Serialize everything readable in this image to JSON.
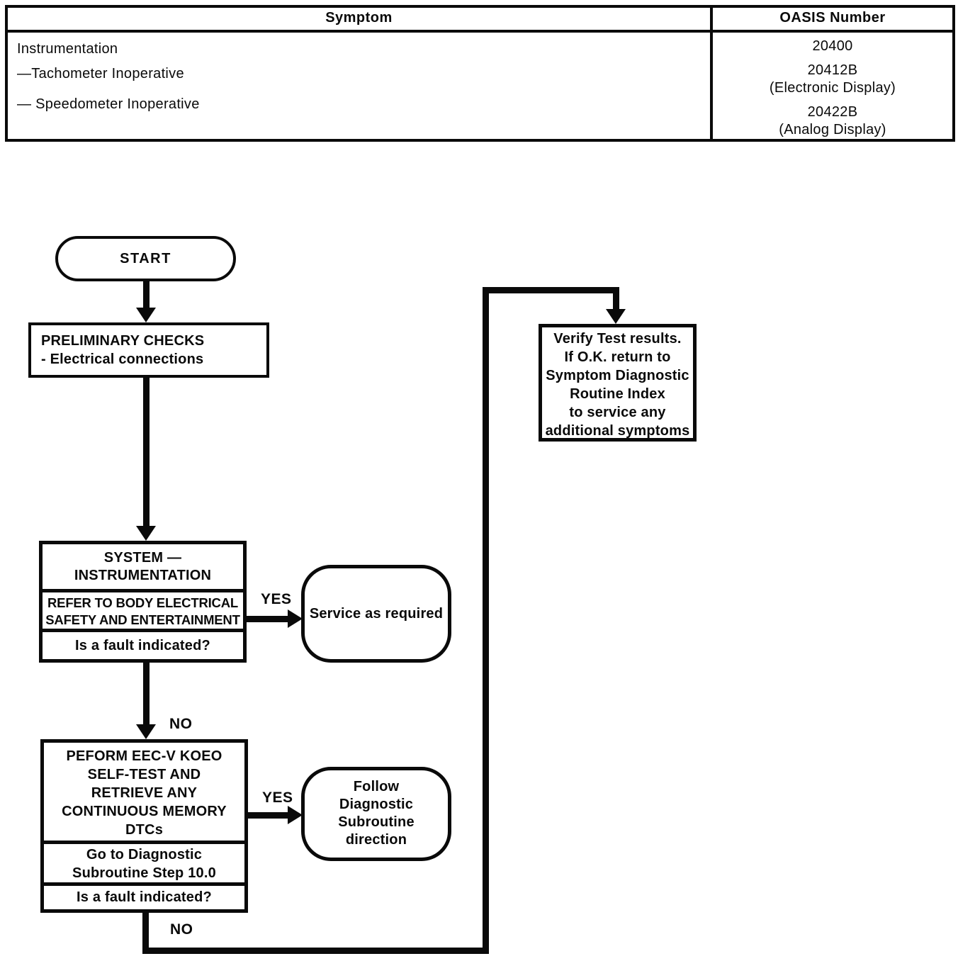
{
  "table": {
    "header": {
      "symptom": "Symptom",
      "oasis": "OASIS Number"
    },
    "symptom_lines": [
      "Instrumentation",
      "—Tachometer Inoperative",
      "— Speedometer Inoperative"
    ],
    "oasis_entries": [
      {
        "number": "20400"
      },
      {
        "number": "20412B",
        "note": "(Electronic Display)"
      },
      {
        "number": "20422B",
        "note": "(Analog Display)"
      }
    ]
  },
  "flowchart": {
    "start_label": "START",
    "preliminary_lines": [
      "PRELIMINARY CHECKS",
      "- Electrical connections"
    ],
    "system_box": {
      "title_lines": [
        "SYSTEM —",
        "INSTRUMENTATION"
      ],
      "action_lines": [
        "REFER TO BODY ELECTRICAL",
        "SAFETY AND ENTERTAINMENT"
      ],
      "question": "Is a fault indicated?"
    },
    "service_label": "Service as required",
    "eec_box": {
      "title_lines": [
        "PEFORM EEC-V KOEO",
        "SELF-TEST AND",
        "RETRIEVE ANY",
        "CONTINUOUS MEMORY",
        "DTCs"
      ],
      "action_lines": [
        "Go to Diagnostic",
        "Subroutine Step 10.0"
      ],
      "question": "Is a fault indicated?"
    },
    "follow_lines": [
      "Follow",
      "Diagnostic",
      "Subroutine",
      "direction"
    ],
    "verify_lines": [
      "Verify Test results.",
      "If O.K. return to",
      "Symptom Diagnostic",
      "Routine Index",
      "to service any",
      "additional symptoms"
    ],
    "labels": {
      "yes_1": "YES",
      "no_1": "NO",
      "yes_2": "YES",
      "no_2": "NO"
    }
  }
}
